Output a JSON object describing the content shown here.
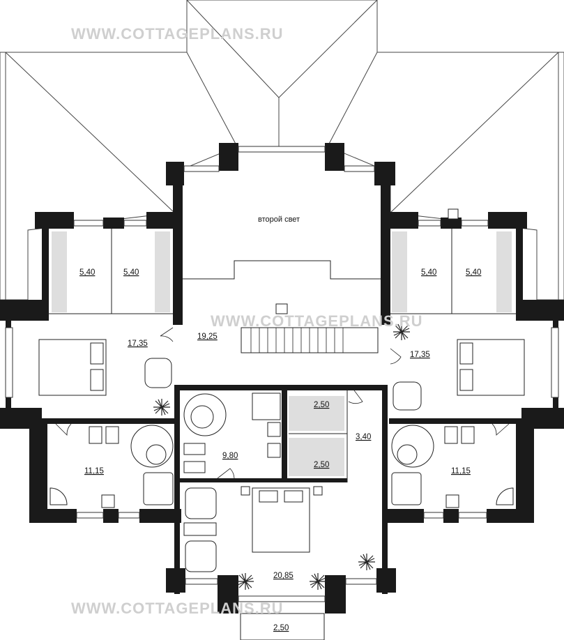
{
  "watermarks": {
    "top": "WWW.COTTAGEPLANS.RU",
    "middle": "WWW.COTTAGEPLANS.RU",
    "bottom": "WWW.COTTAGEPLANS.RU"
  },
  "labels": {
    "second_light": "второй свет"
  },
  "areas": {
    "closet_ll": "5,40",
    "closet_lr": "5,40",
    "closet_rl": "5,40",
    "closet_rr": "5,40",
    "bedroom_left": "17,35",
    "bedroom_right": "17,35",
    "hall": "19,25",
    "bath_center": "9,80",
    "storage_top": "2,50",
    "storage_bottom": "2,50",
    "corridor": "3,40",
    "bath_left": "11,15",
    "bath_right": "11,15",
    "master_bedroom": "20,85",
    "balcony": "2,50"
  },
  "colors": {
    "wall": "#1a1a1a",
    "watermark": "#cfcfcf",
    "line": "#222222"
  },
  "icons": [
    "plant-icon",
    "chair-icon",
    "bed-icon",
    "bathtub-icon",
    "toilet-icon",
    "sink-icon",
    "shower-icon",
    "stairs-icon",
    "fireplace-icon"
  ]
}
